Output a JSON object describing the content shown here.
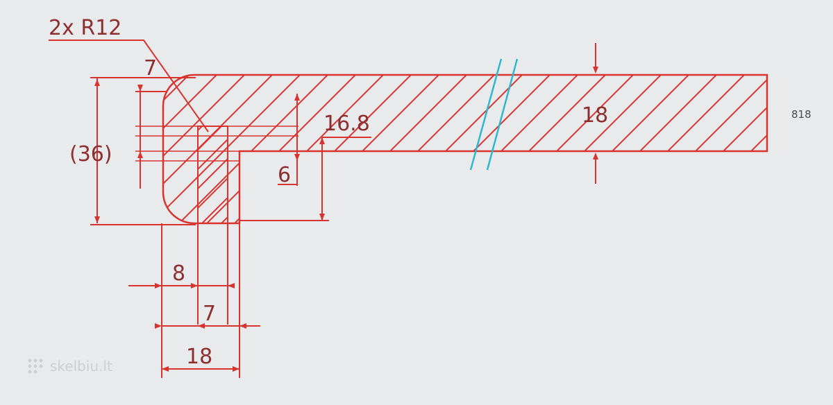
{
  "drawing": {
    "stroke_color": "#d8332f",
    "text_color": "#8e2f2f",
    "break_color": "#2fb7cf",
    "background": "#e9eaec",
    "labels": {
      "radius": "2x R12",
      "top_offset": "7",
      "overall_height": "(36)",
      "inner_height": "16.8",
      "small_height": "6",
      "panel_thickness": "18",
      "product_code": "818",
      "left_width": "8",
      "mid_width": "7",
      "total_width": "18"
    }
  },
  "watermark": {
    "text": "skelbiu.lt",
    "icon": "skelbiu-logo-icon"
  }
}
